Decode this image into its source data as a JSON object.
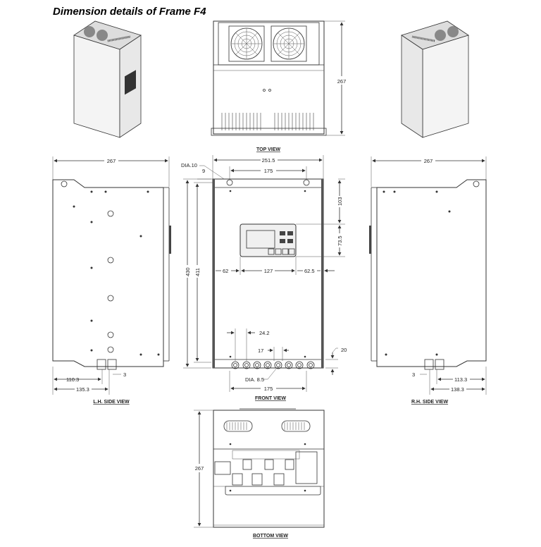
{
  "title": "Dimension details of Frame F4",
  "views": {
    "top": {
      "label": "TOP VIEW",
      "dims": {
        "depth": "267"
      }
    },
    "lh_side": {
      "label": "L.H. SIDE VIEW",
      "dims": {
        "depth": "267",
        "d1": "110.3",
        "d2": "135.3",
        "d3": "3"
      }
    },
    "front": {
      "label": "FRONT VIEW",
      "dims": {
        "width": "251.5",
        "hole_pitch_top": "175",
        "hole_dia": "DIA.10",
        "hole_offset": "9",
        "height_total": "430",
        "height_holes": "411",
        "display_top": "103",
        "display_height": "73.5",
        "left_margin": "62",
        "display_width": "127",
        "right_margin": "62.5",
        "terminal_pitch": "24.2",
        "terminal_gap": "17",
        "bottom_offset": "20",
        "terminal_dia": "DIA. 8.5",
        "hole_pitch_bottom": "175"
      }
    },
    "rh_side": {
      "label": "R.H. SIDE VIEW",
      "dims": {
        "depth": "267",
        "d1": "113.3",
        "d2": "138.3",
        "d3": "3"
      }
    },
    "bottom": {
      "label": "BOTTOM VIEW",
      "dims": {
        "depth": "267"
      }
    }
  }
}
